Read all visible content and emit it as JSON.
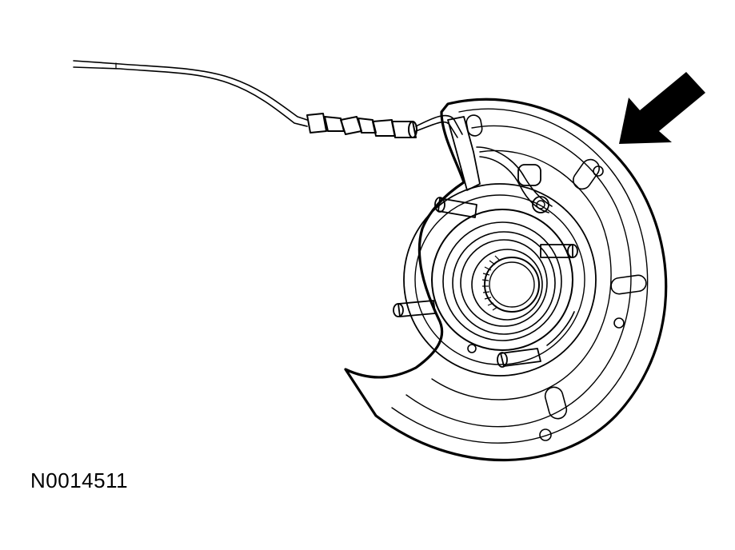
{
  "figure": {
    "id_label": "N0014511"
  },
  "colors": {
    "ink": "#000000",
    "background": "#ffffff"
  },
  "parts": [
    "abs-sensor-cable",
    "cable-connector",
    "brake-splash-shield",
    "wheel-hub",
    "wheel-studs",
    "indicator-arrow"
  ]
}
